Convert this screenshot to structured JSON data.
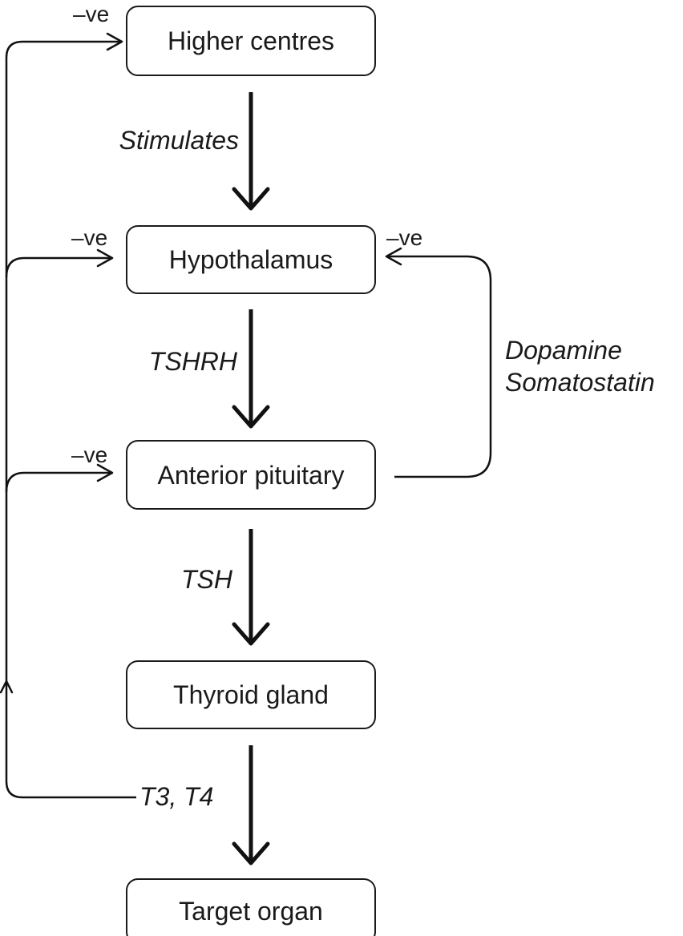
{
  "nodes": {
    "higher_centres": "Higher centres",
    "hypothalamus": "Hypothalamus",
    "anterior_pituitary": "Anterior pituitary",
    "thyroid_gland": "Thyroid gland",
    "target_organ": "Target organ"
  },
  "edges": {
    "stimulates": "Stimulates",
    "tshrh": "TSHRH",
    "tsh": "TSH",
    "t3_t4": "T3, T4"
  },
  "feedback": {
    "negative": "–ve",
    "dopamine": "Dopamine",
    "somatostatin": "Somatostatin"
  }
}
